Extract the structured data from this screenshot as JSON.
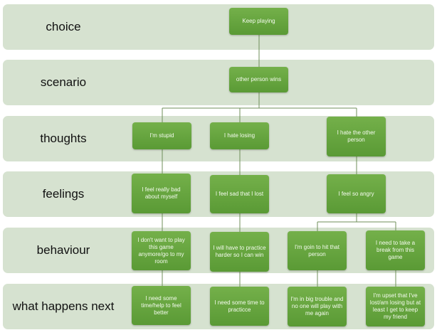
{
  "rows": [
    "choice",
    "scenario",
    "thoughts",
    "feelings",
    "behaviour",
    "what happens next"
  ],
  "nodes": {
    "choice": "Keep playing",
    "scenario": "other person wins",
    "thoughts": [
      "I'm stupid",
      "I hate losing",
      "I hate the other person"
    ],
    "feelings": [
      "I feel really bad about myself",
      "I feel sad that I lost",
      "I feel so angry"
    ],
    "behaviour": [
      "I don't want to play this game anymore/go to my room",
      "I will have to practice harder so I can win",
      "I'm goin to hit that person",
      "I need to take a break from this game"
    ],
    "next": [
      "I need some time/help to feel better",
      "I need some time to practicce",
      "I'm in big trouble and no one will play with me again",
      "I'm upset that I've lost/am losing but at least I get to keep my friend"
    ]
  }
}
